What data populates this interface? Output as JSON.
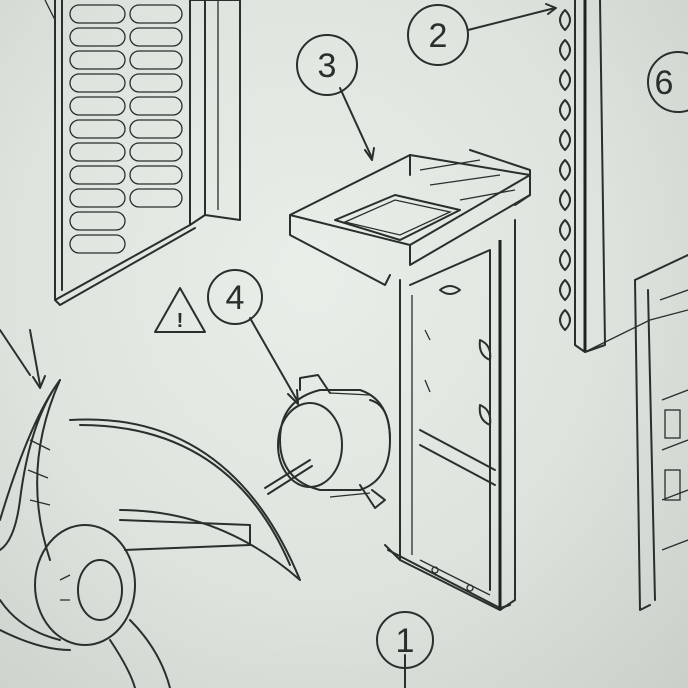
{
  "diagram": {
    "callouts": [
      {
        "id": "c1",
        "label": "1"
      },
      {
        "id": "c2",
        "label": "2"
      },
      {
        "id": "c3",
        "label": "3"
      },
      {
        "id": "c4",
        "label": "4"
      },
      {
        "id": "c6",
        "label": "6"
      }
    ],
    "warning_symbol": "!"
  }
}
